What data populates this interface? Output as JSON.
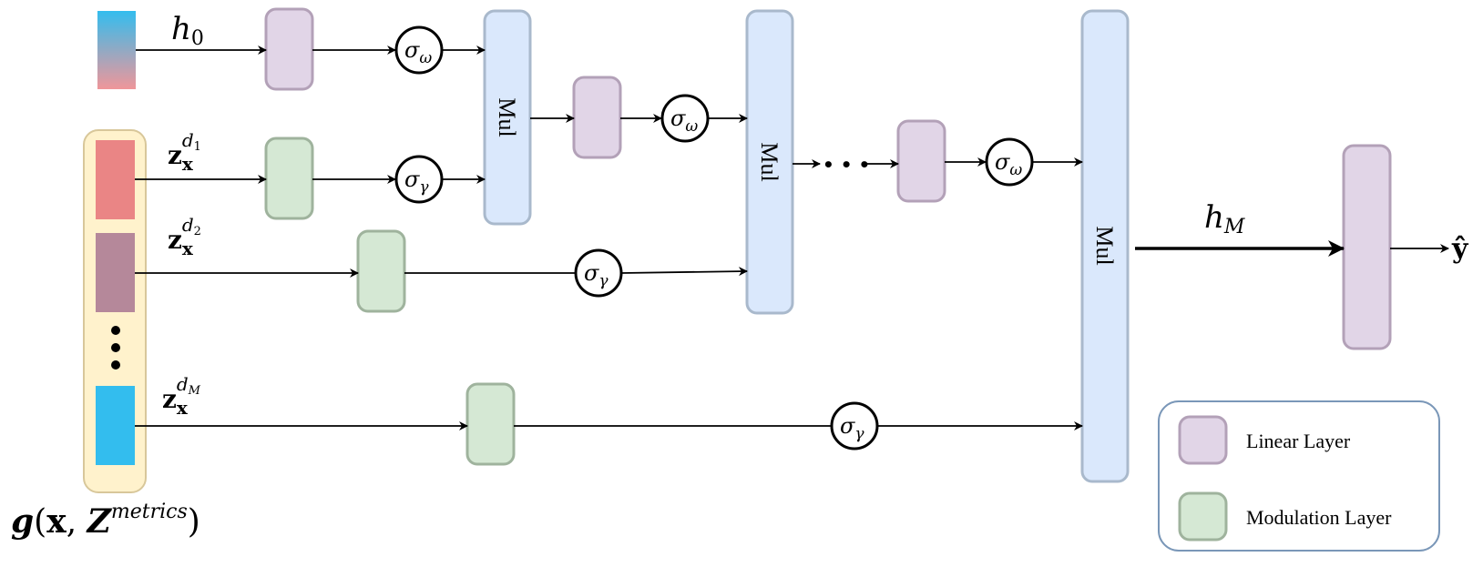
{
  "labels": {
    "h0": {
      "main": "h",
      "sub": "0"
    },
    "hM": {
      "main": "h",
      "sub": "M"
    },
    "y_hat": "ŷ",
    "z": {
      "main": "z",
      "subscript": "x"
    },
    "d1": {
      "main": "d",
      "sub": "1"
    },
    "d2": {
      "main": "d",
      "sub": "2"
    },
    "dM": {
      "main": "d",
      "sub": "M"
    },
    "sigma_omega": {
      "main": "σ",
      "sub": "ω"
    },
    "sigma_gamma": {
      "main": "σ",
      "sub": "γ"
    },
    "ellipsis": "• • •",
    "g_func": {
      "prefix": "g",
      "open": "(",
      "x": "x",
      "comma": ", ",
      "Z": "Z",
      "sup": "metrics",
      "close": ")"
    }
  },
  "mul_label": "Mul",
  "legend": {
    "linear": "Linear Layer",
    "modulation": "Modulation Layer"
  },
  "colors": {
    "linear_fill": "#e1d5e7",
    "modulation_fill": "#d5e8d4",
    "mul_fill": "#dae8fc",
    "embed_panel": "#fff2cc",
    "z1": "#ea8585",
    "z2": "#b5889a",
    "zM": "#33bdee",
    "h0_top": "#33bdee",
    "h0_bottom": "#f0969a"
  }
}
